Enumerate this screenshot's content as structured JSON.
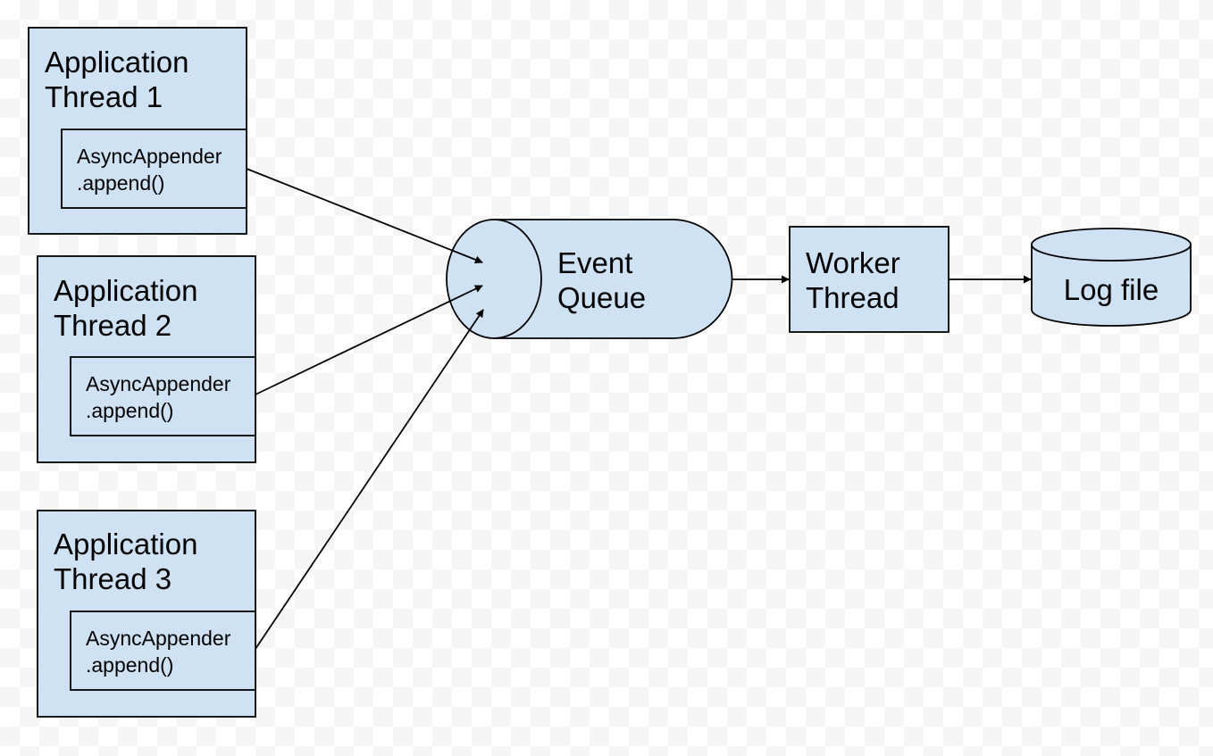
{
  "threads": [
    {
      "title_line1": "Application",
      "title_line2": "Thread 1",
      "method_line1": "AsyncAppender",
      "method_line2": ".append()"
    },
    {
      "title_line1": "Application",
      "title_line2": "Thread 2",
      "method_line1": "AsyncAppender",
      "method_line2": ".append()"
    },
    {
      "title_line1": "Application",
      "title_line2": "Thread 3",
      "method_line1": "AsyncAppender",
      "method_line2": ".append()"
    }
  ],
  "queue": {
    "line1": "Event",
    "line2": "Queue"
  },
  "worker": {
    "line1": "Worker",
    "line2": "Thread"
  },
  "logfile": {
    "label": "Log file"
  },
  "colors": {
    "fill": "#cfe2f3",
    "stroke": "#000000"
  }
}
